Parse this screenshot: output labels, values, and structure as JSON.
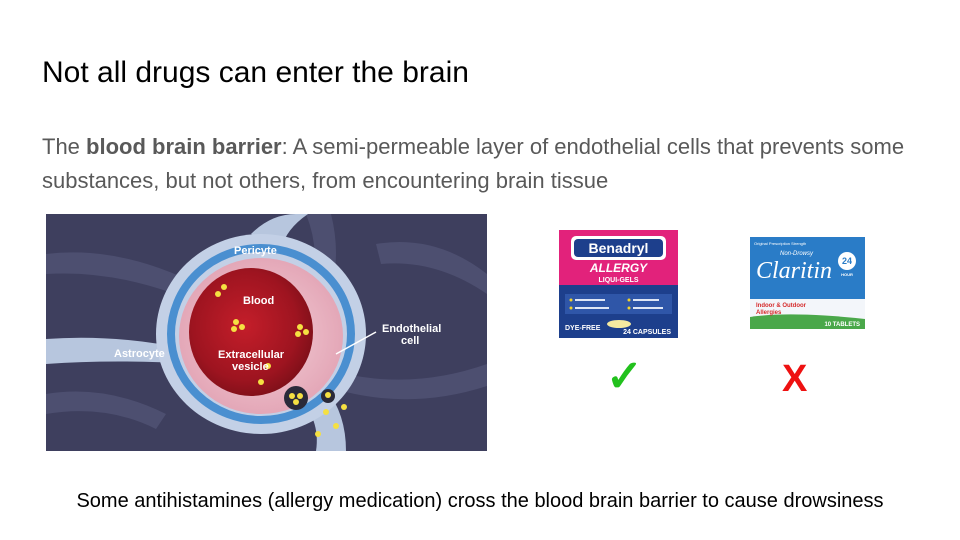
{
  "slide": {
    "title": "Not all drugs can enter the brain",
    "description": {
      "prefix": "The ",
      "term": "blood brain barrier",
      "rest": ": A semi-permeable layer of endothelial cells that prevents some substances, but not others, from encountering brain tissue"
    },
    "caption": "Some antihistamines (allergy medication) cross the blood brain barrier to cause drowsiness"
  },
  "diagram": {
    "labels": {
      "pericyte": "Pericyte",
      "blood": "Blood",
      "astrocyte": "Astrocyte",
      "vesicle_line1": "Extracellular",
      "vesicle_line2": "vesicle",
      "endothelial_line1": "Endothelial",
      "endothelial_line2": "cell"
    }
  },
  "benadryl": {
    "brand": "Benadryl",
    "line": "ALLERGY",
    "sub": "LIQUI-GELS",
    "badge": "DYE-FREE",
    "count": "24 CAPSULES"
  },
  "claritin": {
    "top": "Original Prescription Strength",
    "nondrowsy": "Non-Drowsy",
    "brand": "Claritin",
    "hours": "24",
    "hour_label": "HOUR",
    "tagline": "Indoor & Outdoor",
    "tagline2": "Allergies",
    "count": "10 TABLETS"
  },
  "marks": {
    "check": "✓",
    "cross": "X",
    "check_color": "#22c11d",
    "cross_color": "#ee1111"
  }
}
